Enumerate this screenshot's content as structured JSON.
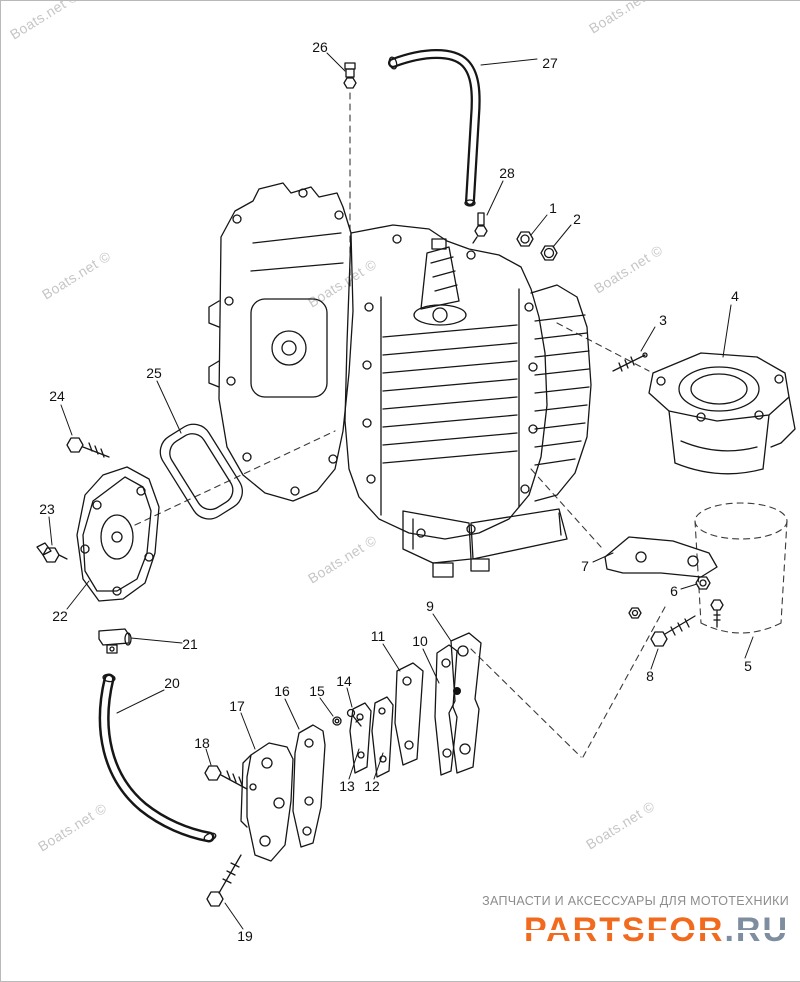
{
  "page": {
    "background": "#ffffff",
    "border_color": "#b9b9b9"
  },
  "watermark": {
    "text": "Boats.net ©",
    "color": "#c6c6c6"
  },
  "diagram": {
    "line_color": "#161616",
    "callouts": [
      {
        "label": "1"
      },
      {
        "label": "2"
      },
      {
        "label": "3"
      },
      {
        "label": "4"
      },
      {
        "label": "5"
      },
      {
        "label": "6"
      },
      {
        "label": "7"
      },
      {
        "label": "8"
      },
      {
        "label": "9"
      },
      {
        "label": "10"
      },
      {
        "label": "11"
      },
      {
        "label": "12"
      },
      {
        "label": "13"
      },
      {
        "label": "14"
      },
      {
        "label": "15"
      },
      {
        "label": "16"
      },
      {
        "label": "17"
      },
      {
        "label": "18"
      },
      {
        "label": "19"
      },
      {
        "label": "20"
      },
      {
        "label": "21"
      },
      {
        "label": "22"
      },
      {
        "label": "23"
      },
      {
        "label": "24"
      },
      {
        "label": "25"
      },
      {
        "label": "26"
      },
      {
        "label": "27"
      },
      {
        "label": "28"
      }
    ]
  },
  "footer": {
    "tagline": "ЗАПЧАСТИ И АКСЕССУАРЫ ДЛЯ МОТОТЕХНИКИ",
    "tagline_color": "#8c8c8c",
    "logo_main": "PARTSFOR",
    "logo_suffix": ".RU",
    "logo_main_color": "#f26a1d",
    "logo_suffix_color": "#7e8ea0"
  }
}
